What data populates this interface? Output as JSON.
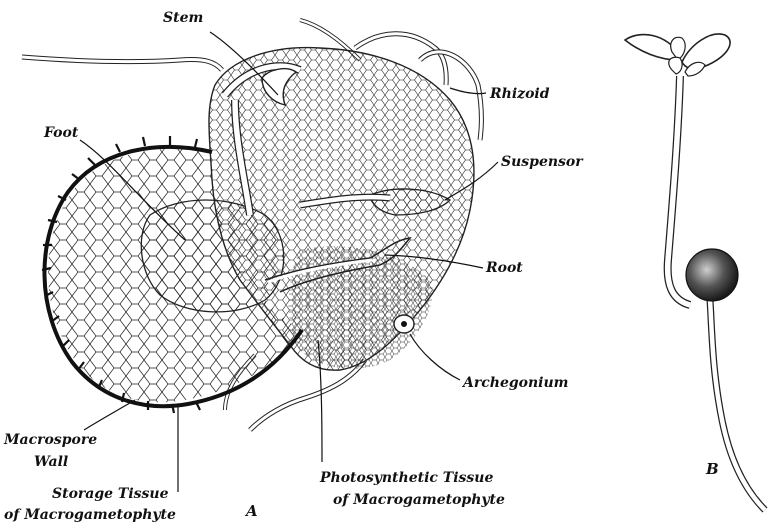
{
  "labels": {
    "stem": "Stem",
    "rhizoid": "Rhizoid",
    "foot": "Foot",
    "suspensor": "Suspensor",
    "root": "Root",
    "archegonium": "Archegonium",
    "macrospore_wall_line1": "Macrospore",
    "macrospore_wall_line2": "Wall",
    "storage_tissue_line1": "Storage Tissue",
    "storage_tissue_line2": "of Macrogametophyte",
    "photosynthetic_tissue_line1": "Photosynthetic Tissue",
    "photosynthetic_tissue_line2": "of Macrogametophyte",
    "panel_a": "A",
    "panel_b": "B"
  },
  "colors": {
    "ink": "#111111",
    "paper": "#ffffff"
  }
}
